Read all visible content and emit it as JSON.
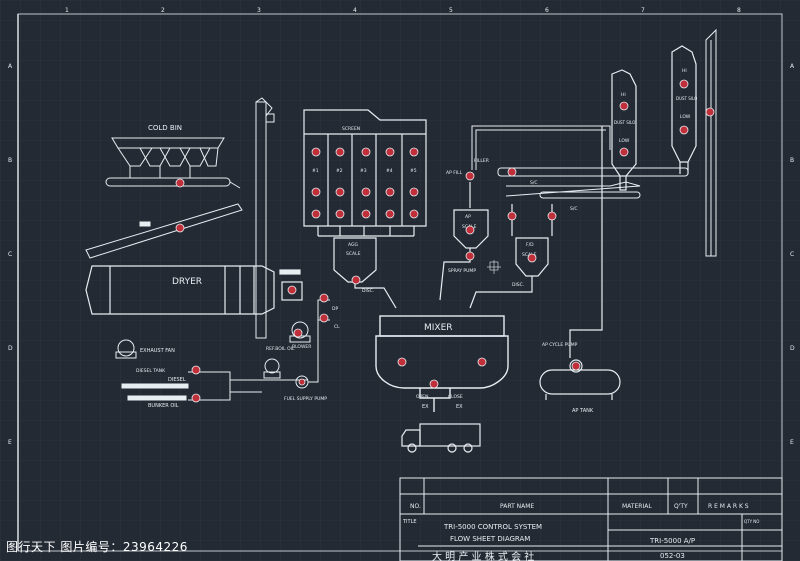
{
  "border": {
    "columns": [
      "1",
      "2",
      "3",
      "4",
      "5",
      "6",
      "7",
      "8"
    ],
    "rows": [
      "A",
      "B",
      "C",
      "D",
      "E"
    ]
  },
  "labels": {
    "cold_bin": "COLD BIN",
    "dryer": "DRYER",
    "exhaust_fan": "EXHAUST FAN",
    "diesel_tank": "DIESEL TANK",
    "diesel": "DIESEL",
    "bunker_oil": "BUNKER OIL",
    "ref_boil_oil": "REF.BOIL OIL",
    "blower": "BLOWER",
    "fuel_supply_pump": "FUEL SUPPLY PUMP",
    "screen": "SCREEN",
    "bin_1": "#1",
    "bin_2": "#2",
    "bin_3": "#3",
    "bin_4": "#4",
    "bin_5": "#5",
    "agg_scale_1": "AGG",
    "agg_scale_2": "SCALE",
    "disc_left": "DISC.",
    "ap_scale_1": "AP",
    "ap_scale_2": "SCALE",
    "fd_scale_1": "F/D",
    "fd_scale_2": "SCALE",
    "disc_right": "DISC.",
    "filler": "FILLER",
    "ap_fill": "AP FILL",
    "spray_pump": "SPRAY PUMP",
    "sc_1": "S/C",
    "sc_2": "S/C",
    "mixer": "MIXER",
    "open": "OPEN",
    "close": "CLOSE",
    "open_sub": "EX",
    "close_sub": "EX",
    "ap_cycle_pump": "AP CYCLE PUMP",
    "ap_tank": "AP TANK",
    "hi_1": "HI",
    "dust_silo_1": "DUST SILO",
    "low_1": "LOW",
    "hi_2": "HI",
    "dust_silo_2": "DUST SILO",
    "low_2": "LOW",
    "dp": "DP",
    "cl": "CL"
  },
  "title_block": {
    "no_header": "NO.",
    "part_name_header": "PART NAME",
    "material_header": "MATERIAL",
    "qty_header": "Q'TY",
    "remarks_header": "R E M A R K S",
    "title_label": "TITLE",
    "title_line1": "TRI-5000 CONTROL SYSTEM",
    "title_line2": "FLOW SHEET DIAGRAM",
    "model": "TRI-5000 A/P",
    "drawing_no": "052-03",
    "company": "大 明 产 业 株 式 会 社",
    "qty_label": "QTY NO"
  },
  "watermark": "图行天下 图片编号：23964226",
  "colors": {
    "background": "#232a33",
    "line": "#e8edf2",
    "grid": "#3a4350",
    "valve_red": "#c0303a"
  }
}
